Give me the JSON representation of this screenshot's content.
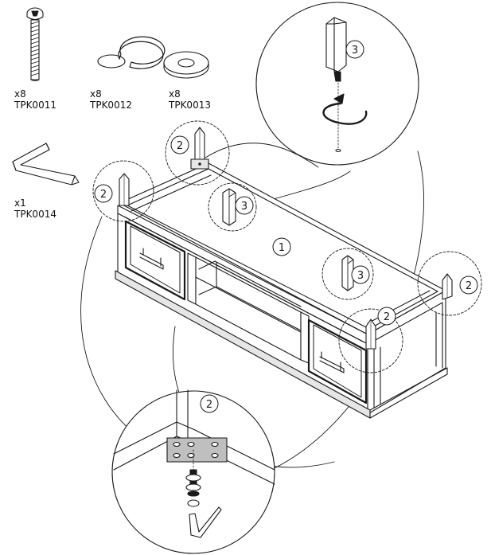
{
  "parts": [
    {
      "quantity": "x8",
      "code": "TPK0011",
      "icon": "screw-icon"
    },
    {
      "quantity": "x8",
      "code": "TPK0012",
      "icon": "split-washer-icon"
    },
    {
      "quantity": "x8",
      "code": "TPK0013",
      "icon": "flat-washer-icon"
    },
    {
      "quantity": "x1",
      "code": "TPK0014",
      "icon": "allen-key-icon"
    }
  ],
  "callouts": {
    "cabinet": "1",
    "leg_corner": "2",
    "leg_piece": "3"
  },
  "colors": {
    "line": "#1a1a1a",
    "shade": "#bfbfbf",
    "light_shade": "#e6e6e6"
  }
}
